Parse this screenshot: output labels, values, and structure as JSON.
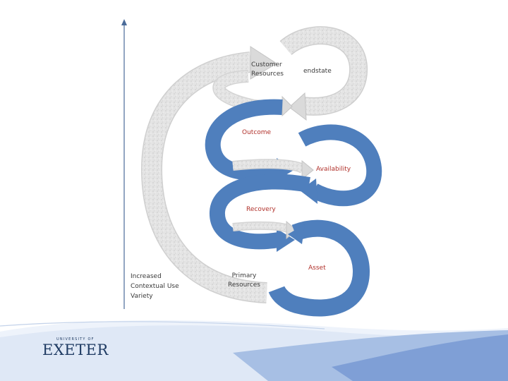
{
  "diagram": {
    "axis_label": [
      "Increased",
      "Contextual Use",
      "Variety"
    ],
    "labels": {
      "customer_resources": [
        "Customer",
        "Resources"
      ],
      "endstate": "endstate",
      "outcome": "Outcome",
      "availability": "Availability",
      "recovery": "Recovery",
      "asset": "Asset",
      "primary_resources": [
        "Primary",
        "Resources"
      ]
    },
    "colors": {
      "blue_arrow": "#4f7fbd",
      "gray_arrow": "#dcdcdc",
      "axis": "#4a6b99",
      "red_label": "#b0302a"
    }
  },
  "footer": {
    "logo_top": "UNIVERSITY OF",
    "logo_main": "EXETER"
  }
}
